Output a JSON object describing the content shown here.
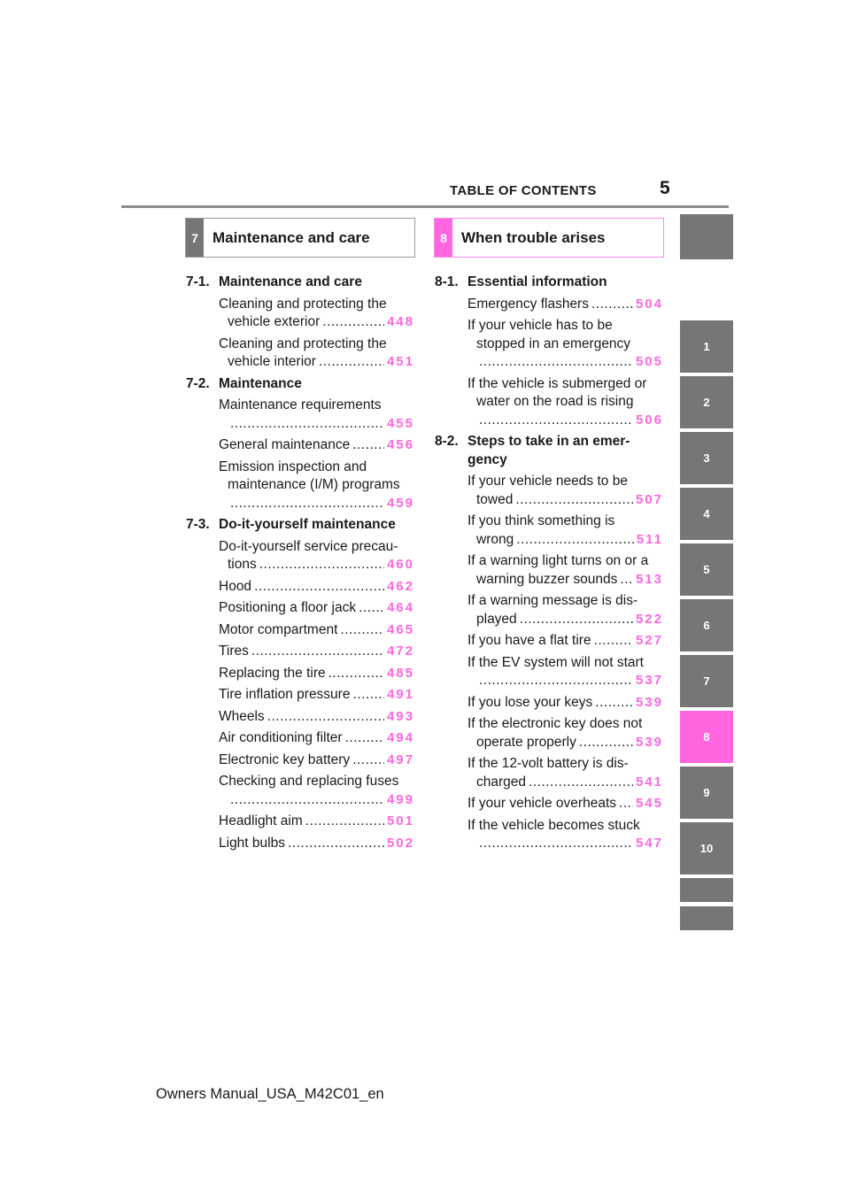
{
  "header": {
    "title": "TABLE OF CONTENTS",
    "page": "5"
  },
  "sections": [
    {
      "num": "7",
      "title": "Maintenance and care",
      "groups": [
        {
          "num": "7-1.",
          "title": "Maintenance and care",
          "entries": [
            {
              "first": "Cleaning and protecting the",
              "last": "vehicle exterior",
              "page": "448"
            },
            {
              "first": "Cleaning and protecting the",
              "last": "vehicle interior",
              "page": "451"
            }
          ]
        },
        {
          "num": "7-2.",
          "title": "Maintenance",
          "entries": [
            {
              "first": "Maintenance requirements",
              "last": "",
              "page": "455"
            },
            {
              "first": "",
              "last": "General maintenance",
              "page": "456"
            },
            {
              "first": "Emission inspection and",
              "last2": "maintenance (I/M) programs",
              "last": "",
              "page": "459"
            }
          ]
        },
        {
          "num": "7-3.",
          "title": "Do-it-yourself maintenance",
          "entries": [
            {
              "first": "Do-it-yourself service precau-",
              "last": "tions",
              "page": "460"
            },
            {
              "first": "",
              "last": "Hood",
              "page": "462"
            },
            {
              "first": "",
              "last": "Positioning a floor jack",
              "page": "464"
            },
            {
              "first": "",
              "last": "Motor compartment",
              "page": "465"
            },
            {
              "first": "",
              "last": "Tires",
              "page": "472"
            },
            {
              "first": "",
              "last": "Replacing the tire",
              "page": "485"
            },
            {
              "first": "",
              "last": "Tire inflation pressure",
              "page": "491"
            },
            {
              "first": "",
              "last": "Wheels",
              "page": "493"
            },
            {
              "first": "",
              "last": "Air conditioning filter",
              "page": "494"
            },
            {
              "first": "",
              "last": "Electronic key battery",
              "page": "497"
            },
            {
              "first": "Checking and replacing fuses",
              "last": "",
              "page": "499"
            },
            {
              "first": "",
              "last": "Headlight aim",
              "page": "501"
            },
            {
              "first": "",
              "last": "Light bulbs",
              "page": "502"
            }
          ]
        }
      ]
    },
    {
      "num": "8",
      "title": "When trouble arises",
      "groups": [
        {
          "num": "8-1.",
          "title": "Essential information",
          "entries": [
            {
              "first": "",
              "last": "Emergency flashers",
              "page": "504"
            },
            {
              "first": "If your vehicle has to be",
              "last2": "stopped in an emergency",
              "last": "",
              "page": "505"
            },
            {
              "first": "If the vehicle is submerged or",
              "last2": "water on the road is rising",
              "last": "",
              "page": "506"
            }
          ]
        },
        {
          "num": "8-2.",
          "title": "Steps to take in an emer-",
          "title2": "gency",
          "entries": [
            {
              "first": "If your vehicle needs to be",
              "last": "towed",
              "page": "507"
            },
            {
              "first": "If you think something is",
              "last": "wrong",
              "page": "511"
            },
            {
              "first": "If a warning light turns on or a",
              "last": "warning buzzer sounds",
              "page": "513"
            },
            {
              "first": "If a warning message is dis-",
              "last": "played",
              "page": "522"
            },
            {
              "first": "",
              "last": "If you have a flat tire",
              "page": "527"
            },
            {
              "first": "If the EV system will not start",
              "last": "",
              "page": "537"
            },
            {
              "first": "",
              "last": "If you lose your keys",
              "page": "539"
            },
            {
              "first": "If the electronic key does not",
              "last": "operate properly",
              "page": "539"
            },
            {
              "first": "If the 12-volt battery is dis-",
              "last": "charged",
              "page": "541"
            },
            {
              "first": "",
              "last": "If your vehicle overheats",
              "page": "545"
            },
            {
              "first": "If the vehicle becomes stuck",
              "last": "",
              "page": "547"
            }
          ]
        }
      ]
    }
  ],
  "tabs": [
    "",
    "1",
    "2",
    "3",
    "4",
    "5",
    "6",
    "7",
    "8",
    "9",
    "10",
    "",
    ""
  ],
  "active_tab": "8",
  "footer": "Owners Manual_USA_M42C01_en",
  "colors": {
    "accent": "#ff66e0",
    "tab_gray": "#767676"
  }
}
